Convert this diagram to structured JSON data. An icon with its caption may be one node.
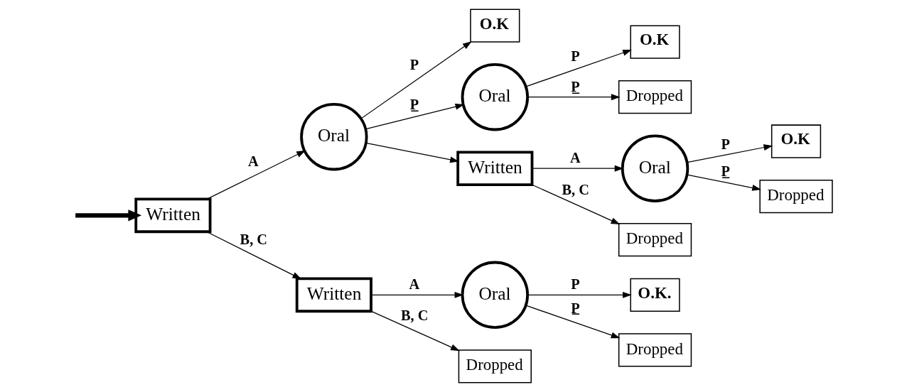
{
  "diagram": {
    "nodes": [
      {
        "text": [
          "Written"
        ]
      },
      {
        "text": [
          "Oral"
        ]
      },
      {
        "text": [
          "O.K"
        ]
      },
      {
        "text": [
          "Written"
        ]
      },
      {
        "text": [
          "Oral"
        ]
      },
      {
        "text": [
          "O.K."
        ]
      },
      {
        "text": [
          "Dropped"
        ]
      },
      {
        "text": [
          "Dropped"
        ]
      },
      {
        "text": [
          "Oral"
        ]
      },
      {
        "text": [
          "O.K"
        ]
      },
      {
        "text": [
          "Dropped"
        ]
      },
      {
        "text": [
          "Written"
        ]
      },
      {
        "text": [
          "Oral"
        ]
      },
      {
        "text": [
          "O.K"
        ]
      },
      {
        "text": [
          "Dropped"
        ]
      },
      {
        "text": [
          "Dropped"
        ]
      }
    ],
    "edges": [
      {
        "from": null,
        "to": 0,
        "arrow": "to",
        "style": "thick"
      },
      {
        "from": 0,
        "to": 1,
        "arrow": "to",
        "label": "A"
      },
      {
        "from": 1,
        "to": 2,
        "arrow": "to",
        "label": "P"
      },
      {
        "from": 1,
        "to": 8,
        "arrow": "to",
        "label": "P̲"
      },
      {
        "from": 1,
        "to": 11,
        "arrow": "to"
      },
      {
        "from": 0,
        "to": 3,
        "arrow": "to",
        "label": "B, C"
      },
      {
        "from": 3,
        "to": 4,
        "arrow": "to",
        "label": "A"
      },
      {
        "from": 4,
        "to": 5,
        "arrow": "to",
        "label": "P"
      },
      {
        "from": 4,
        "to": 6,
        "arrow": "to",
        "label": "P̲"
      },
      {
        "from": 3,
        "to": 7,
        "arrow": "to",
        "label": "B, C"
      },
      {
        "from": 8,
        "to": 9,
        "arrow": "to",
        "label": "P"
      },
      {
        "from": 8,
        "to": 10,
        "arrow": "to",
        "label": "P̲"
      },
      {
        "from": 11,
        "to": 12,
        "arrow": "to",
        "label": "A"
      },
      {
        "from": 12,
        "to": 13,
        "arrow": "to",
        "label": "P"
      },
      {
        "from": 12,
        "to": 14,
        "arrow": "to",
        "label": "P̲"
      },
      {
        "from": 11,
        "to": 15,
        "arrow": "to",
        "label": "B, C"
      }
    ]
  }
}
